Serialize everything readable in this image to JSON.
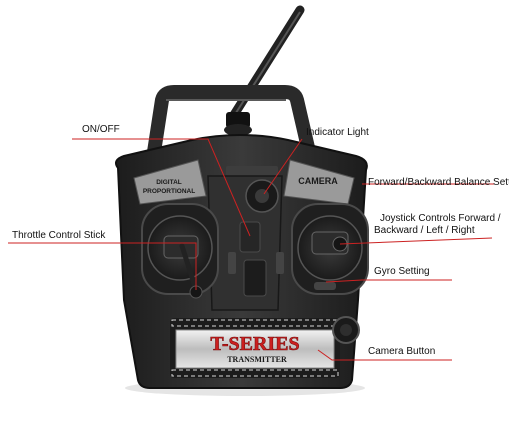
{
  "labels": {
    "on_off": "ON/OFF",
    "indicator_light": "Indicator Light",
    "forward_backward_balance": "Forward/Backward Balance Setting",
    "joystick_line1": "Joystick Controls Forward /",
    "joystick_line2": "Backward / Left / Right",
    "throttle_stick": "Throttle Control Stick",
    "gyro_setting": "Gyro Setting",
    "camera_button": "Camera Button"
  },
  "device": {
    "top_left_line1": "DIGITAL",
    "top_left_line2": "PROPORTIONAL",
    "top_right": "CAMERA",
    "brand": "T-SERIES",
    "model": "TRANSMITTER"
  },
  "colors": {
    "callout_line": "#cc2222",
    "body": "#2b2b2b",
    "brand_red": "#cc1f1f"
  }
}
